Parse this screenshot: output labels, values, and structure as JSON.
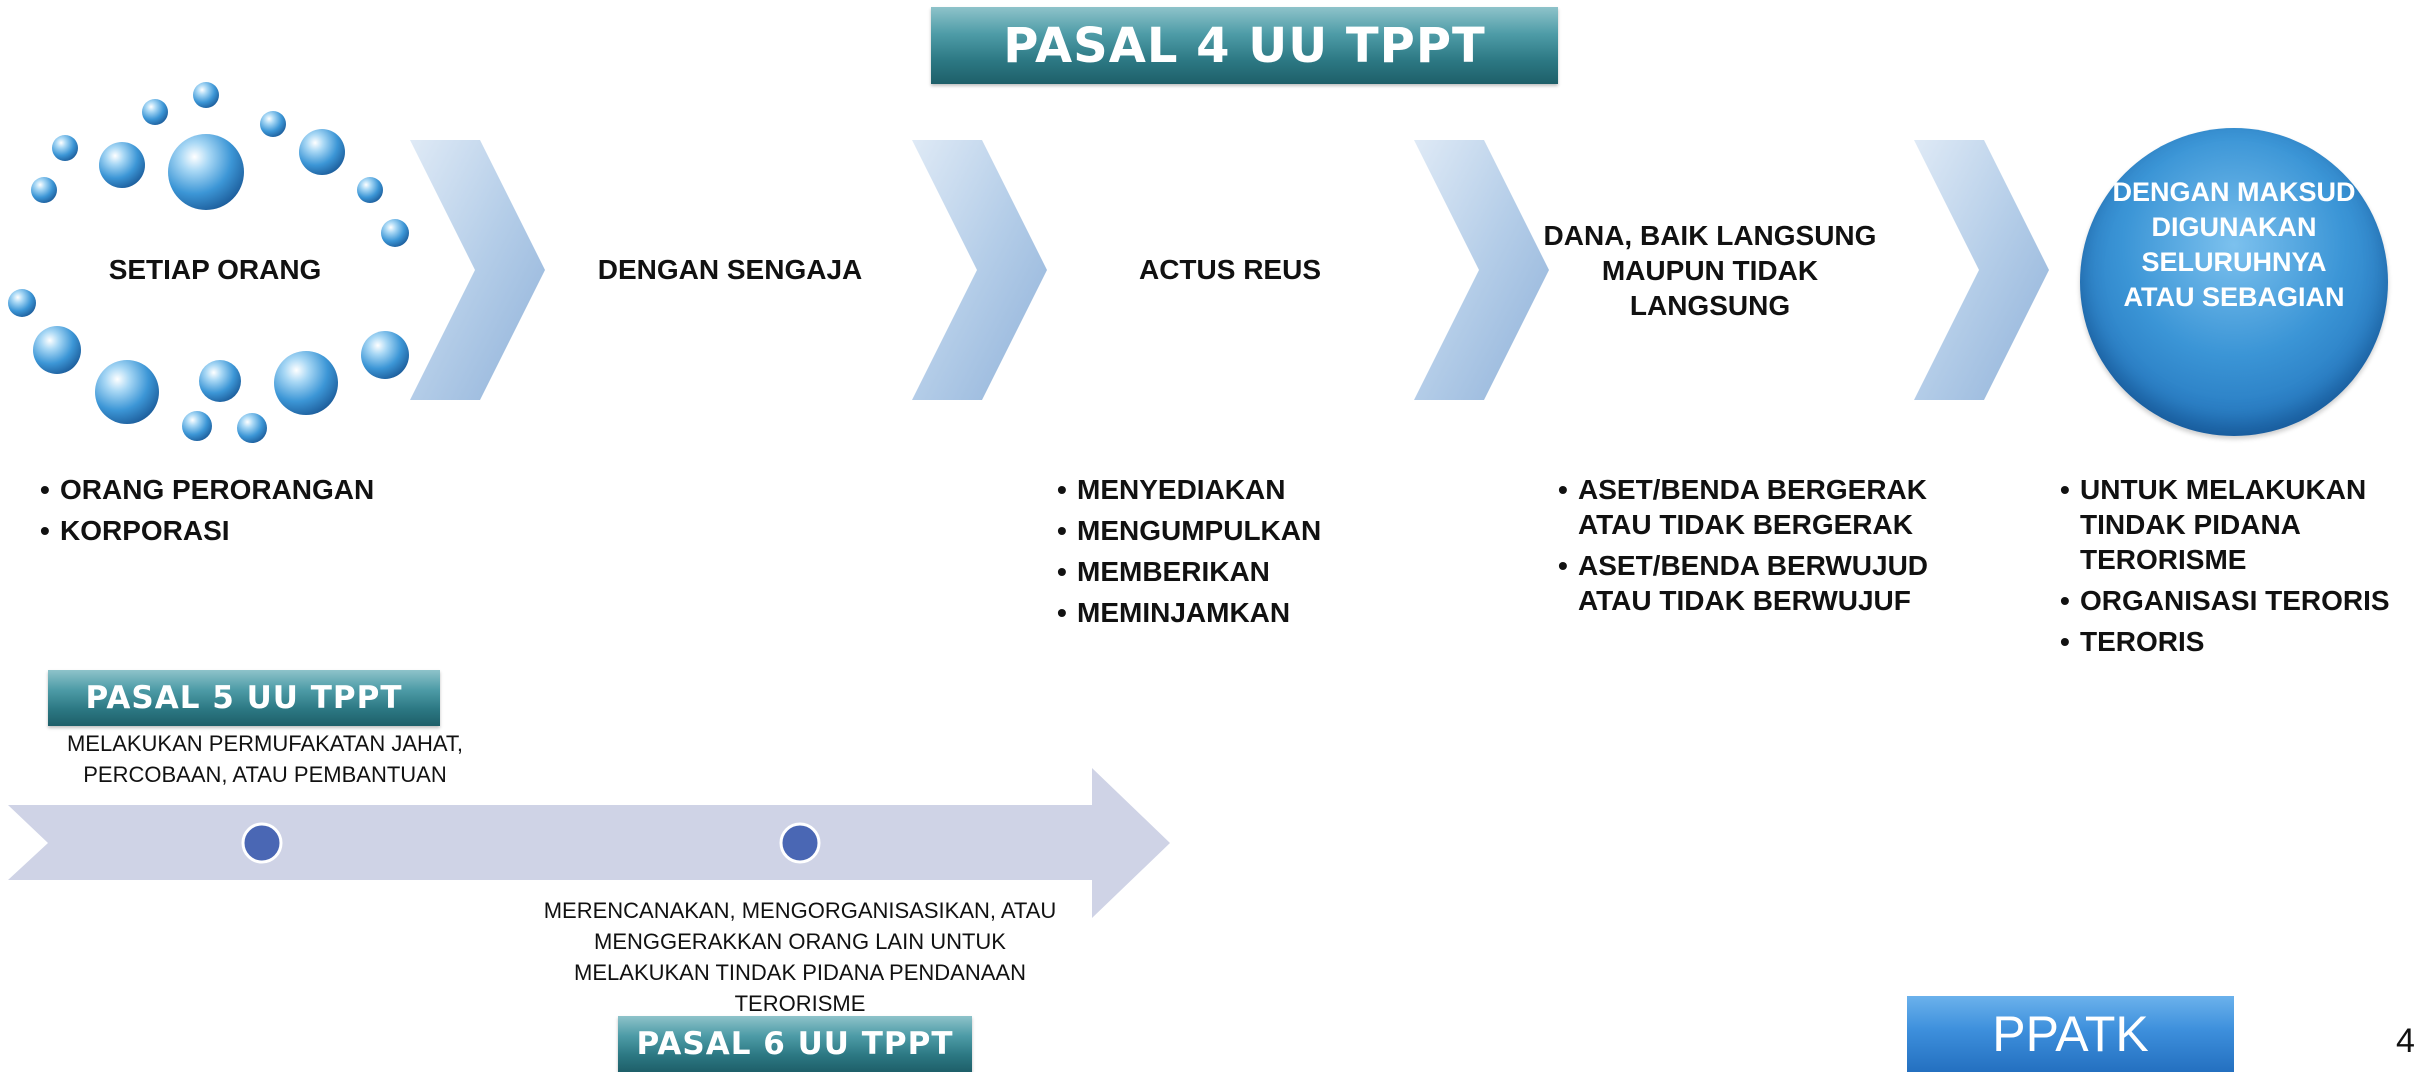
{
  "title": "PASAL 4 UU TPPT",
  "steps": [
    {
      "label": "SETIAP ORANG"
    },
    {
      "label": "DENGAN SENGAJA"
    },
    {
      "label": "ACTUS REUS"
    },
    {
      "label": "DANA, BAIK LANGSUNG MAUPUN TIDAK LANGSUNG"
    }
  ],
  "circle": {
    "label": "DENGAN MAKSUD DIGUNAKAN SELURUHNYA ATAU SEBAGIAN"
  },
  "lists": {
    "setiap_orang": [
      "ORANG PERORANGAN",
      "KORPORASI"
    ],
    "actus_reus": [
      "MENYEDIAKAN",
      "MENGUMPULKAN",
      "MEMBERIKAN",
      "MEMINJAMKAN"
    ],
    "dana": [
      "ASET/BENDA BERGERAK ATAU TIDAK BERGERAK",
      "ASET/BENDA BERWUJUD ATAU TIDAK BERWUJUF"
    ],
    "maksud": [
      "UNTUK MELAKUKAN TINDAK PIDANA TERORISME",
      "ORGANISASI TERORIS",
      "TERORIS"
    ]
  },
  "pasal5": {
    "title": "PASAL 5 UU TPPT",
    "caption": "MELAKUKAN PERMUFAKATAN JAHAT, PERCOBAAN, ATAU PEMBANTUAN"
  },
  "pasal6": {
    "title": "PASAL 6 UU TPPT",
    "caption": "MERENCANAKAN, MENGORGANISASIKAN, ATAU MENGGERAKKAN ORANG LAIN UNTUK MELAKUKAN TINDAK PIDANA PENDANAAN TERORISME"
  },
  "footer": {
    "logo": "PPATK",
    "page_number": "4"
  },
  "colors": {
    "banner_teal": "#2c7883",
    "chevron_blue": "#a9c6e4",
    "circle_blue": "#2f86cc",
    "timeline_arrow": "#cfd3e6",
    "timeline_dot": "#4a67b4",
    "ppatk_blue": "#2f86d6"
  }
}
